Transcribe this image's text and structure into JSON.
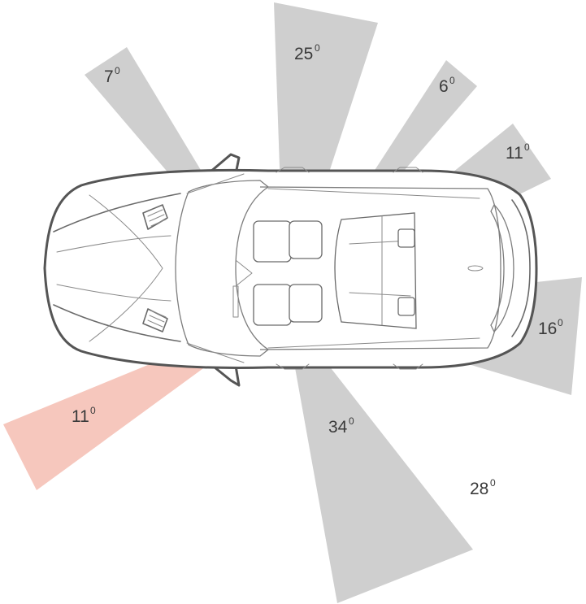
{
  "colors": {
    "sector_gray": "#cfcfcf",
    "sector_red": "#f6c7bd",
    "car_outline": "#555555",
    "label_text": "#3a3a3a"
  },
  "sectors": [
    {
      "id": "s7",
      "label": "7",
      "unit": "0",
      "color": "gray"
    },
    {
      "id": "s25",
      "label": "25",
      "unit": "0",
      "color": "gray"
    },
    {
      "id": "s6",
      "label": "6",
      "unit": "0",
      "color": "gray"
    },
    {
      "id": "s11r",
      "label": "11",
      "unit": "0",
      "color": "gray"
    },
    {
      "id": "s16",
      "label": "16",
      "unit": "0",
      "color": "gray"
    },
    {
      "id": "s28",
      "label": "28",
      "unit": "0",
      "color": "gray"
    },
    {
      "id": "s34",
      "label": "34",
      "unit": "0",
      "color": "gray"
    },
    {
      "id": "s11l",
      "label": "11",
      "unit": "0",
      "color": "red"
    }
  ]
}
